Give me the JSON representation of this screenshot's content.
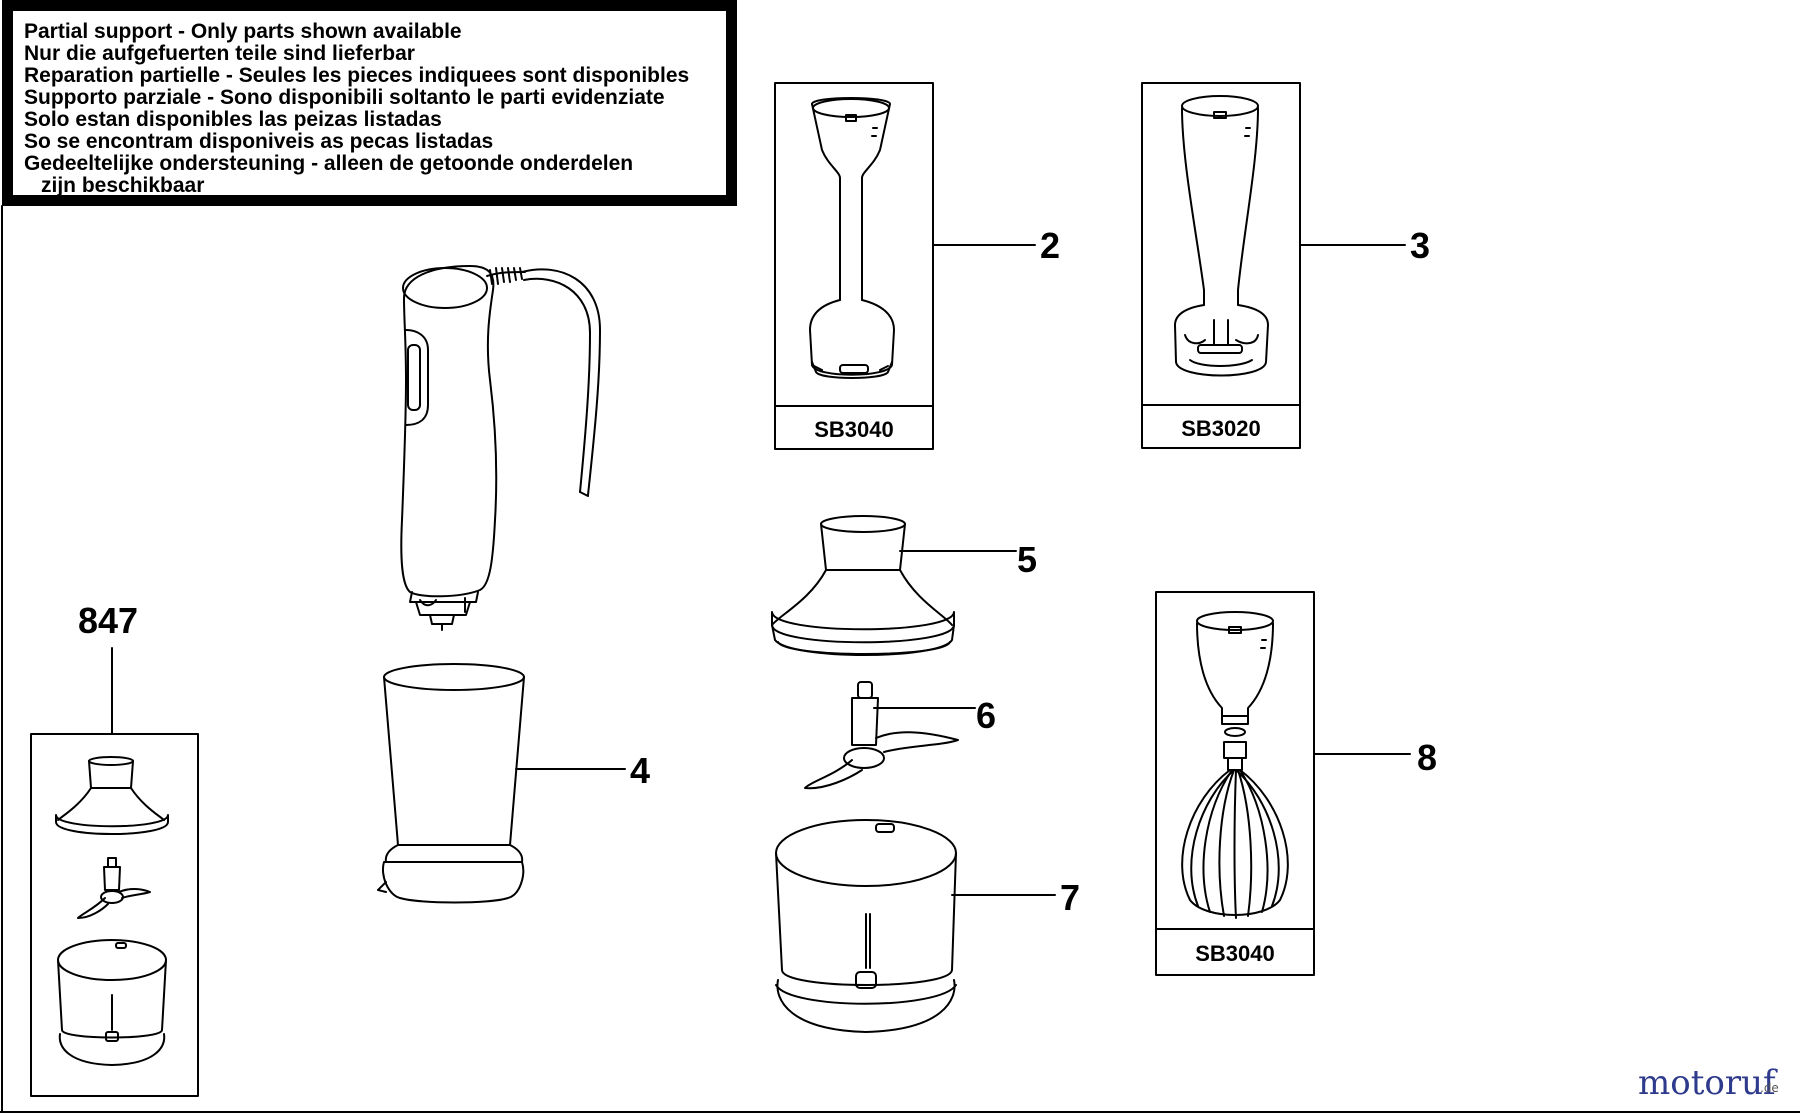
{
  "notice": {
    "lines": [
      "Partial support - Only parts shown available",
      "Nur die aufgefuerten teile sind lieferbar",
      "Reparation partielle - Seules les pieces indiquees sont disponibles",
      "Supporto parziale - Sono disponibili soltanto le parti evidenziate",
      "Solo estan disponibles las peizas listadas",
      "So se encontram disponiveis as pecas listadas",
      "Gedeeltelijke ondersteuning - alleen de getoonde onderdelen",
      "zijn beschikbaar"
    ]
  },
  "parts": {
    "p2": "2",
    "p3": "3",
    "p4": "4",
    "p5": "5",
    "p6": "6",
    "p7": "7",
    "p8": "8",
    "kit": "847"
  },
  "models": {
    "m2": "SB3040",
    "m3": "SB3020",
    "m8": "SB3040"
  },
  "watermark": {
    "text": "motoruf",
    "suffix": ".de"
  },
  "colors": {
    "line": "#000000",
    "background": "#ffffff",
    "watermark": "#2e3a8c"
  }
}
